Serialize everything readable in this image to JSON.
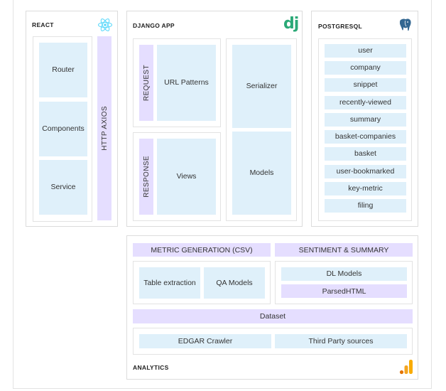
{
  "frame": {
    "react": {
      "title": "REACT",
      "icon": "react-icon",
      "blocks": [
        "Router",
        "Components",
        "Service"
      ],
      "axios_label": "HTTP AXIOS"
    },
    "django": {
      "title": "DJANGO APP",
      "logo": "dj",
      "request_label": "REQUEST",
      "response_label": "RESPONSE",
      "url_patterns": "URL Patterns",
      "views": "Views",
      "serializer": "Serializer",
      "models": "Models"
    },
    "postgres": {
      "title": "POSTGRESQL",
      "icon": "postgresql-elephant-icon",
      "tables": [
        "user",
        "company",
        "snippet",
        "recently-viewed",
        "summary",
        "basket-companies",
        "basket",
        "user-bookmarked",
        "key-metric",
        "filing"
      ]
    },
    "analytics": {
      "title": "ANALYTICS",
      "icon": "analytics-bars-icon",
      "metric_generation": "METRIC GENERATION (CSV)",
      "sentiment_summary": "SENTIMENT & SUMMARY",
      "table_extraction": "Table extraction",
      "qa_models": "QA Models",
      "dl_models": "DL Models",
      "parsed_html": "ParsedHTML",
      "dataset": "Dataset",
      "edgar_crawler": "EDGAR Crawler",
      "third_party": "Third Party sources"
    }
  },
  "colors": {
    "light_blue": "#dff0fa",
    "light_purple": "#e5deff",
    "react_blue": "#61dafb",
    "django_green": "#2ba977",
    "postgres_blue": "#336791",
    "analytics_orange": "#f4a522"
  }
}
